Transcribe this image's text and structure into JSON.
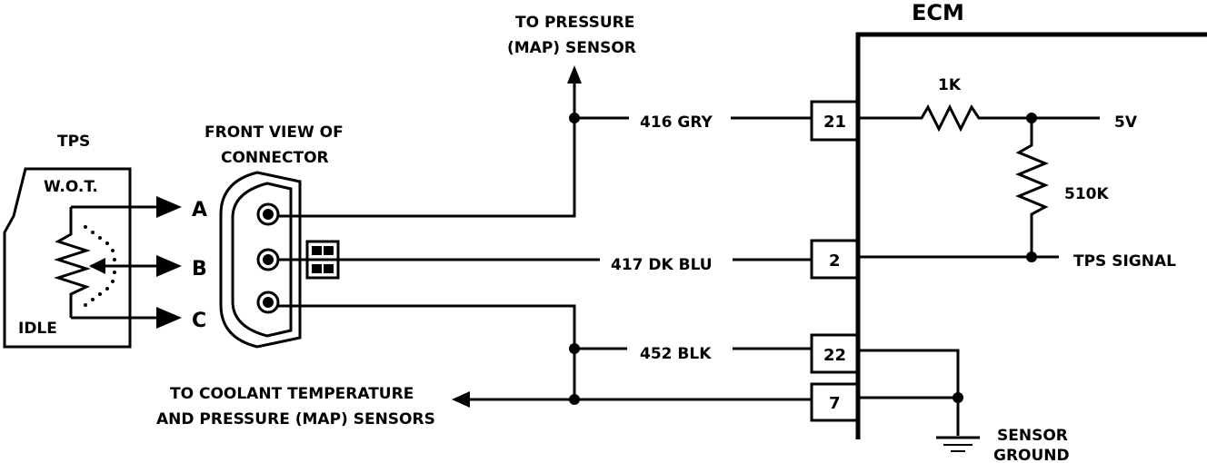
{
  "ecm": {
    "title": "ECM"
  },
  "tps": {
    "title": "TPS",
    "wot": "W.O.T.",
    "idle": "IDLE",
    "terminals": [
      "A",
      "B",
      "C"
    ]
  },
  "connector": {
    "line1": "FRONT VIEW OF",
    "line2": "CONNECTOR"
  },
  "map_top": {
    "line1": "TO PRESSURE",
    "line2": "(MAP) SENSOR"
  },
  "coolant": {
    "line1": "TO COOLANT TEMPERATURE",
    "line2": "AND PRESSURE (MAP) SENSORS"
  },
  "wires": [
    {
      "label": "416 GRY",
      "pin": "21"
    },
    {
      "label": "417 DK BLU",
      "pin": "2"
    },
    {
      "label": "452  BLK",
      "pin": "22"
    },
    {
      "label": "",
      "pin": "7"
    }
  ],
  "resistors": {
    "r1": "1K",
    "r2": "510K"
  },
  "supply": "5V",
  "signal": "TPS SIGNAL",
  "ground": {
    "line1": "SENSOR",
    "line2": "GROUND"
  }
}
